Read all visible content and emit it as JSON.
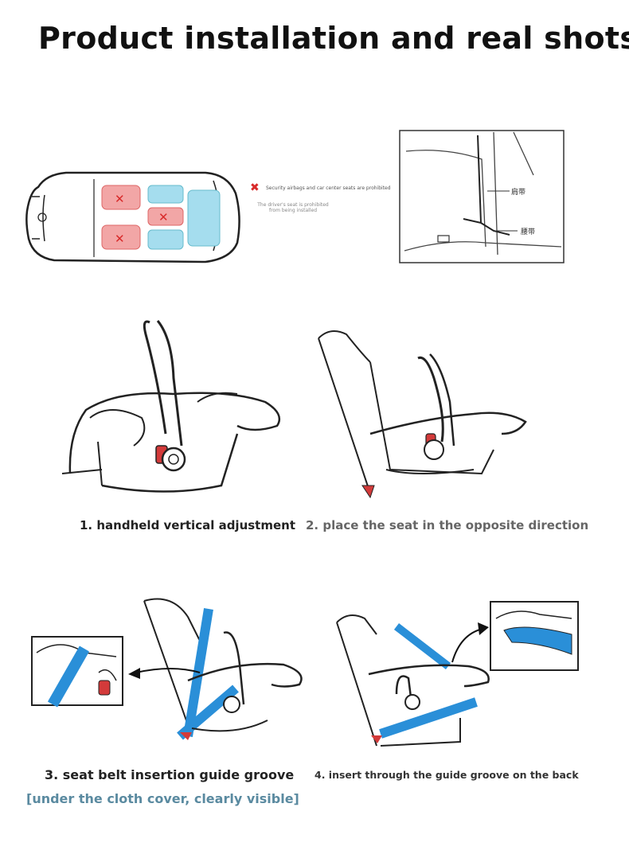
{
  "page": {
    "title": "Product installation and real shots"
  },
  "car_diagram": {
    "warning_text": "Security airbags and car center seats are prohibited",
    "driver_note": "The driver's seat is prohibited from being installed",
    "marker_color": "#d82a2a"
  },
  "seatbelt_diagram": {
    "label_top": "肩带",
    "label_bottom": "腰带"
  },
  "steps": [
    {
      "label": "1.  handheld vertical adjustment"
    },
    {
      "label": "2. place the seat in the opposite direction"
    },
    {
      "label": "3. seat belt insertion guide groove"
    },
    {
      "label": "4. insert through the guide groove on the back"
    }
  ],
  "note": {
    "text": "[under the cloth cover, clearly visible]",
    "color": "#5a8aa0"
  },
  "colors": {
    "belt": "#2a8fd8",
    "accent_red": "#d33a3a",
    "seat_red": "#f08a8a",
    "seat_blue": "#8fd3e8"
  }
}
